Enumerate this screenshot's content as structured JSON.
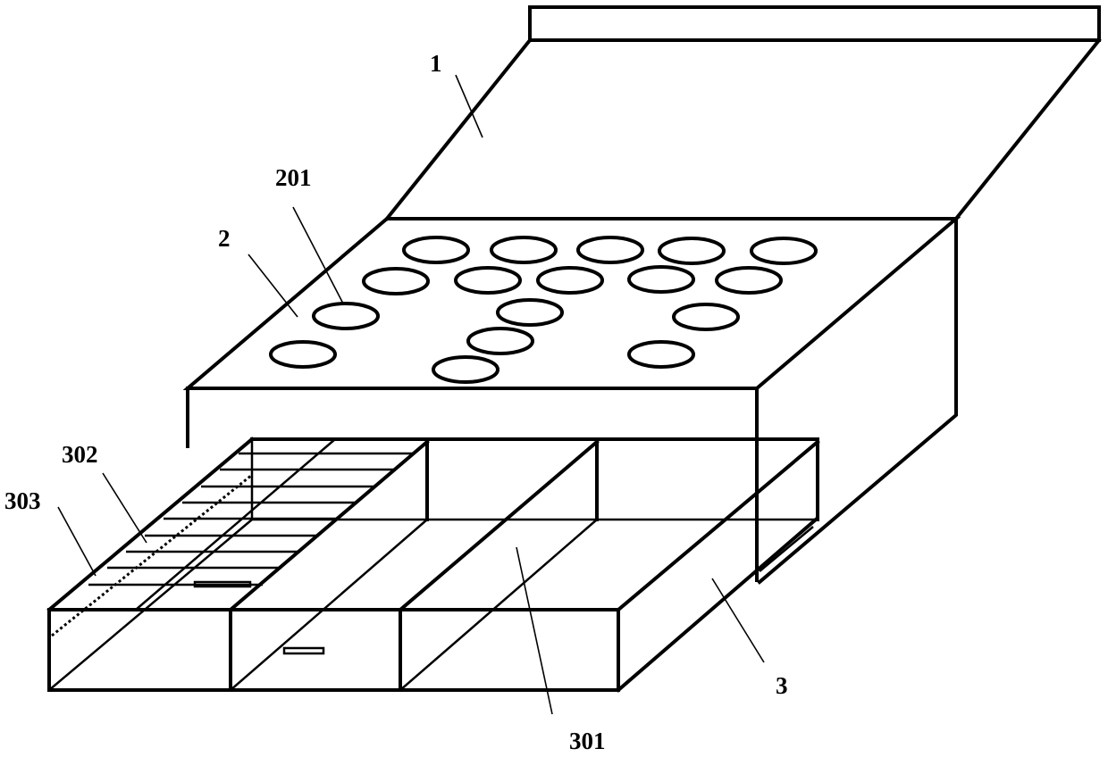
{
  "labels": {
    "lid": "1",
    "top_panel": "2",
    "hole": "201",
    "drawer": "3",
    "compartment": "301",
    "grid_insert": "302",
    "dotted_line": "303"
  }
}
